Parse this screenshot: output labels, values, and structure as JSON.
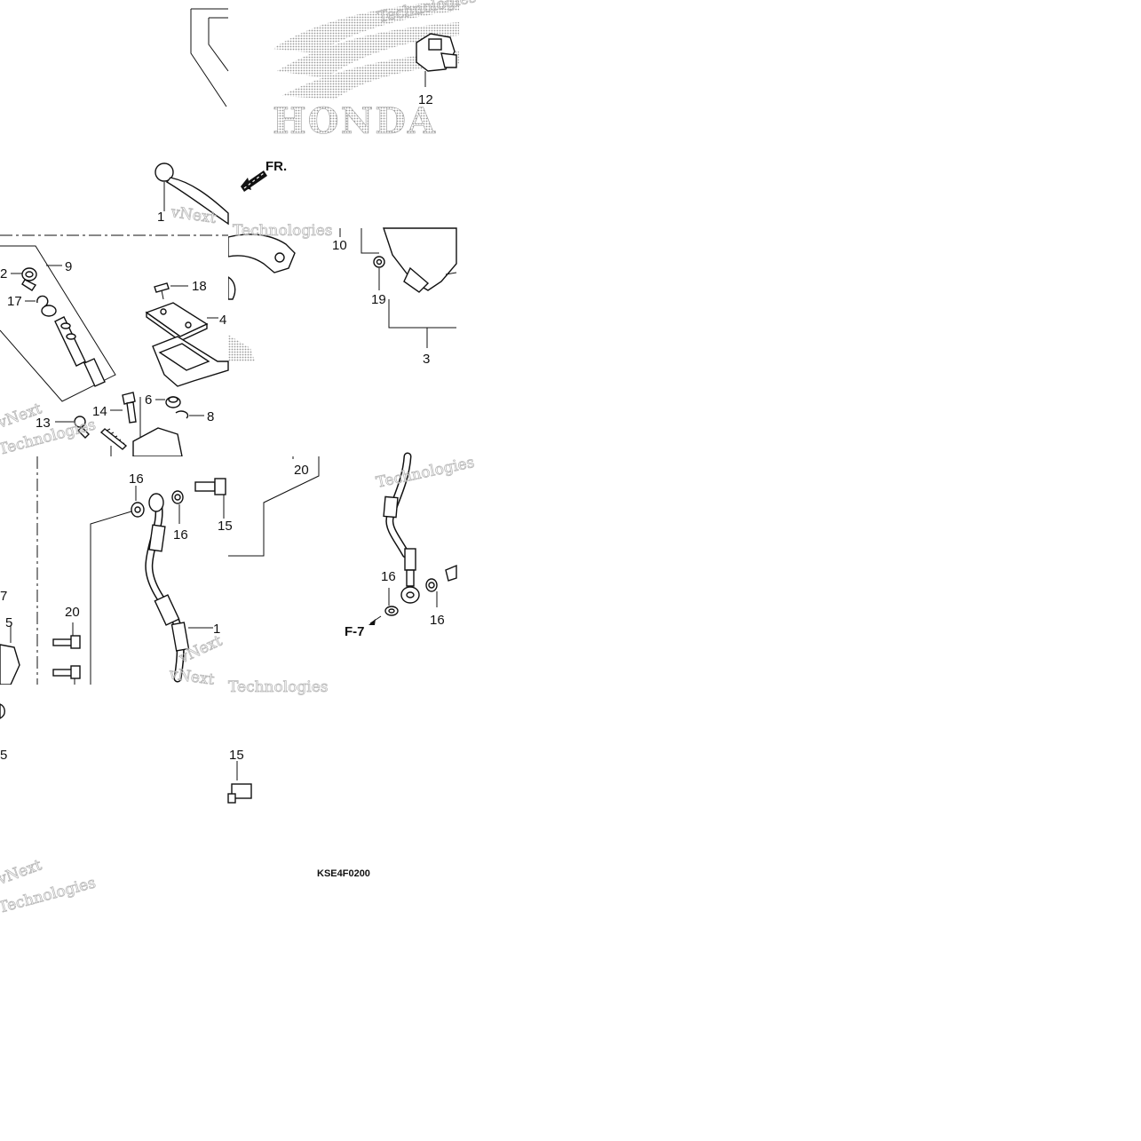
{
  "diagram_code": "KSE4F0200",
  "direction_marker": "FR.",
  "figure_ref": "F-7",
  "brand_watermark": "HONDA",
  "watermark_line_1": "vNext",
  "watermark_line_2": "Technologies",
  "callouts": {
    "t0_12": "12",
    "t1_1": "1",
    "t1_10": "10",
    "t1_19": "19",
    "t1_3": "3",
    "t2_2": "2",
    "t2_9": "9",
    "t2_17": "17",
    "t2_18": "18",
    "t2_4": "4",
    "t2_6": "6",
    "t2_8": "8",
    "t2_14": "14",
    "t2_13": "13",
    "t3_20": "20",
    "t3_16a": "16",
    "t3_16b": "16",
    "t3_15": "15",
    "t3_16c": "16",
    "t3_16d": "16",
    "t4_7": "7",
    "t4_5": "5",
    "t4_20": "20",
    "t4_1": "1",
    "t5_5": "5",
    "t5_15": "15"
  }
}
